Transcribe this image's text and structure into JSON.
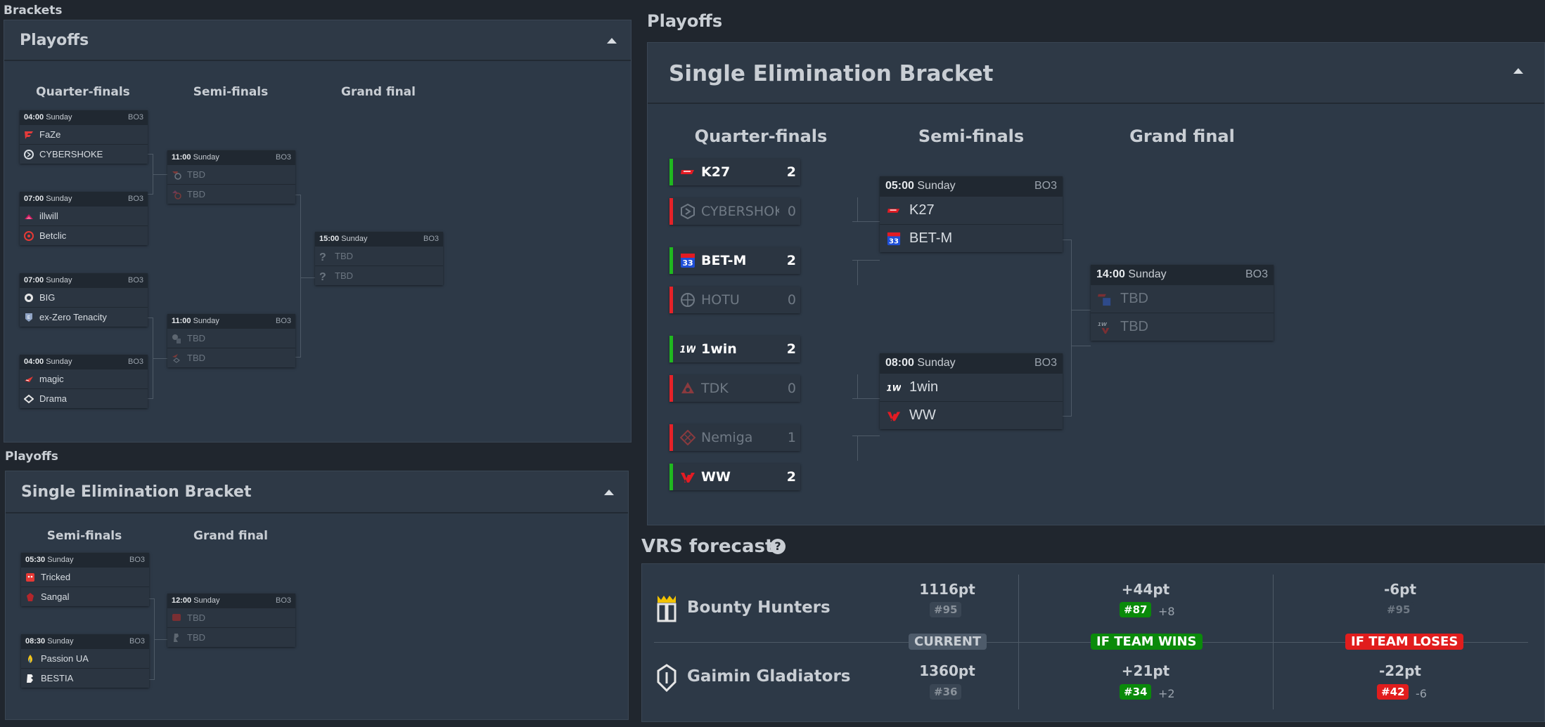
{
  "left": {
    "section_label": "Brackets",
    "top_panel": {
      "title": "Playoffs",
      "rounds": [
        "Quarter-finals",
        "Semi-finals",
        "Grand final"
      ],
      "qf": [
        {
          "time": "04:00",
          "day": "Sunday",
          "bo": "BO3",
          "t1": "FaZe",
          "t2": "CYBERSHOKE"
        },
        {
          "time": "07:00",
          "day": "Sunday",
          "bo": "BO3",
          "t1": "illwill",
          "t2": "Betclic"
        },
        {
          "time": "07:00",
          "day": "Sunday",
          "bo": "BO3",
          "t1": "BIG",
          "t2": "ex-Zero Tenacity"
        },
        {
          "time": "04:00",
          "day": "Sunday",
          "bo": "BO3",
          "t1": "magic",
          "t2": "Drama"
        }
      ],
      "sf": [
        {
          "time": "11:00",
          "day": "Sunday",
          "bo": "BO3",
          "t1": "TBD",
          "t2": "TBD"
        },
        {
          "time": "11:00",
          "day": "Sunday",
          "bo": "BO3",
          "t1": "TBD",
          "t2": "TBD"
        }
      ],
      "gf": {
        "time": "15:00",
        "day": "Sunday",
        "bo": "BO3",
        "t1": "TBD",
        "t2": "TBD"
      }
    },
    "bottom_section_label": "Playoffs",
    "bottom_panel": {
      "title": "Single Elimination Bracket",
      "rounds": [
        "Semi-finals",
        "Grand final"
      ],
      "sf": [
        {
          "time": "05:30",
          "day": "Sunday",
          "bo": "BO3",
          "t1": "Tricked",
          "t2": "Sangal"
        },
        {
          "time": "08:30",
          "day": "Sunday",
          "bo": "BO3",
          "t1": "Passion UA",
          "t2": "BESTIA"
        }
      ],
      "gf": {
        "time": "12:00",
        "day": "Sunday",
        "bo": "BO3",
        "t1": "TBD",
        "t2": "TBD"
      }
    }
  },
  "right": {
    "section_label": "Playoffs",
    "panel": {
      "title": "Single Elimination Bracket",
      "rounds": [
        "Quarter-finals",
        "Semi-finals",
        "Grand final"
      ],
      "qf": [
        {
          "t1": "K27",
          "s1": "2",
          "t2": "CYBERSHOKE Pr...",
          "s2": "0"
        },
        {
          "t1": "BET-M",
          "s1": "2",
          "t2": "HOTU",
          "s2": "0"
        },
        {
          "t1": "1win",
          "s1": "2",
          "t2": "TDK",
          "s2": "0"
        },
        {
          "t1": "Nemiga",
          "s1": "1",
          "t2": "WW",
          "s2": "2"
        }
      ],
      "sf": [
        {
          "time": "05:00",
          "day": "Sunday",
          "bo": "BO3",
          "t1": "K27",
          "t2": "BET-M"
        },
        {
          "time": "08:00",
          "day": "Sunday",
          "bo": "BO3",
          "t1": "1win",
          "t2": "WW"
        }
      ],
      "gf": {
        "time": "14:00",
        "day": "Sunday",
        "bo": "BO3",
        "t1": "TBD",
        "t2": "TBD"
      }
    },
    "vrs": {
      "title": "VRS forecast",
      "labels": {
        "current": "CURRENT",
        "wins": "IF TEAM WINS",
        "loses": "IF TEAM LOSES"
      },
      "teams": [
        {
          "name": "Bounty Hunters",
          "current_pt": "1116pt",
          "current_rank": "#95",
          "win_pt": "+44pt",
          "win_rank": "#87",
          "win_delta": "+8",
          "lose_pt": "-6pt",
          "lose_rank": "#95",
          "lose_delta": ""
        },
        {
          "name": "Gaimin Gladiators",
          "current_pt": "1360pt",
          "current_rank": "#36",
          "win_pt": "+21pt",
          "win_rank": "#34",
          "win_delta": "+2",
          "lose_pt": "-22pt",
          "lose_rank": "#42",
          "lose_delta": "-6"
        }
      ]
    }
  },
  "colors": {
    "win_bar": "#1fb81f",
    "lose_bar": "#e52228",
    "win_tag": "#0a8a0a",
    "lose_tag": "#e11d1d"
  }
}
